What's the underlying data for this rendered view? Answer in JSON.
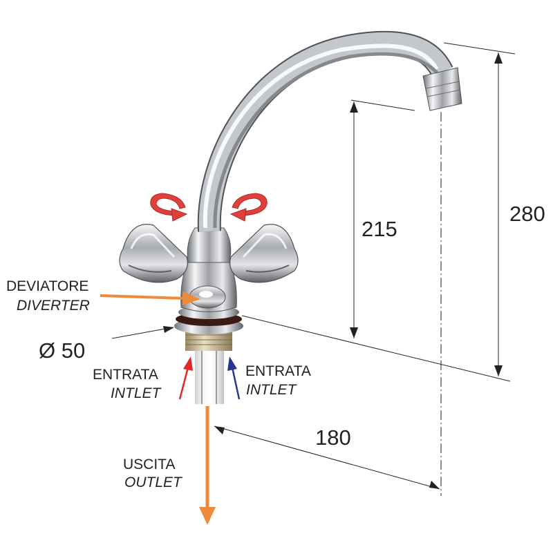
{
  "dimensions": {
    "spout_height": "280",
    "outlet_height": "215",
    "reach": "180",
    "base_diameter": "Ø 50"
  },
  "labels": {
    "diverter_it": "DEVIATORE",
    "diverter_en": "DIVERTER",
    "inlet_left_it": "ENTRATA",
    "inlet_left_en": "INTLET",
    "inlet_right_it": "ENTRATA",
    "inlet_right_en": "INTLET",
    "outlet_it": "USCITA",
    "outlet_en": "OUTLET"
  },
  "colors": {
    "rotation_arrows": "#e0403a",
    "diverter_arrow": "#ee8a3c",
    "outlet_arrow": "#ee8a3c",
    "hot_inlet_arrow": "#e22828",
    "cold_inlet_arrow": "#2a3590",
    "dimension_lines": "#222222",
    "chrome": "#b9bcc0"
  }
}
